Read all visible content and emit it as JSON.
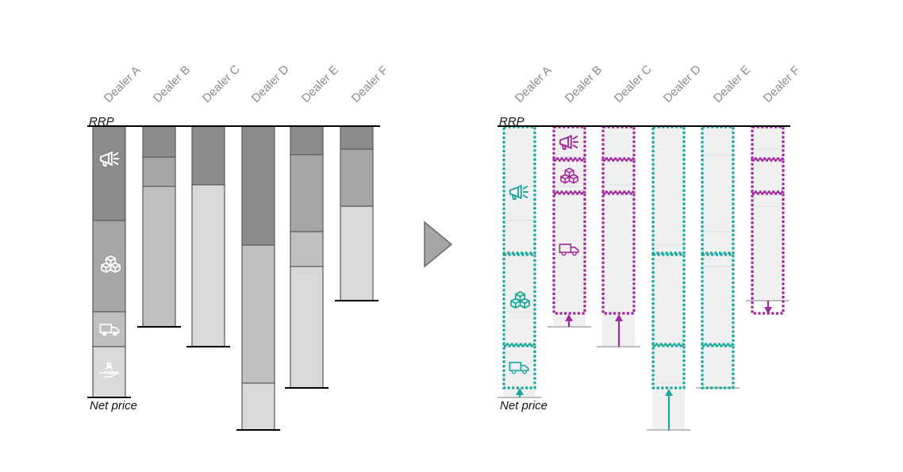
{
  "dealers": [
    "Dealer A",
    "Dealer B",
    "Dealer C",
    "Dealer D",
    "Dealer E",
    "Dealer F"
  ],
  "labels": {
    "top": "RRP",
    "bottom": "Net price"
  },
  "icons": {
    "marketing": "megaphone-icon",
    "logistics": "boxes-icon",
    "delivery": "truck-icon",
    "service": "hand-box-icon"
  },
  "colors": {
    "seg_dark": "#8c8c8c",
    "seg_mid": "#a6a6a6",
    "seg_light_mid": "#bfbfbf",
    "seg_light": "#d9d9d9",
    "teal": "#1aa89a",
    "magenta": "#a0299b",
    "ghost": "#f0f0f0",
    "arrow": "#999999"
  }
}
